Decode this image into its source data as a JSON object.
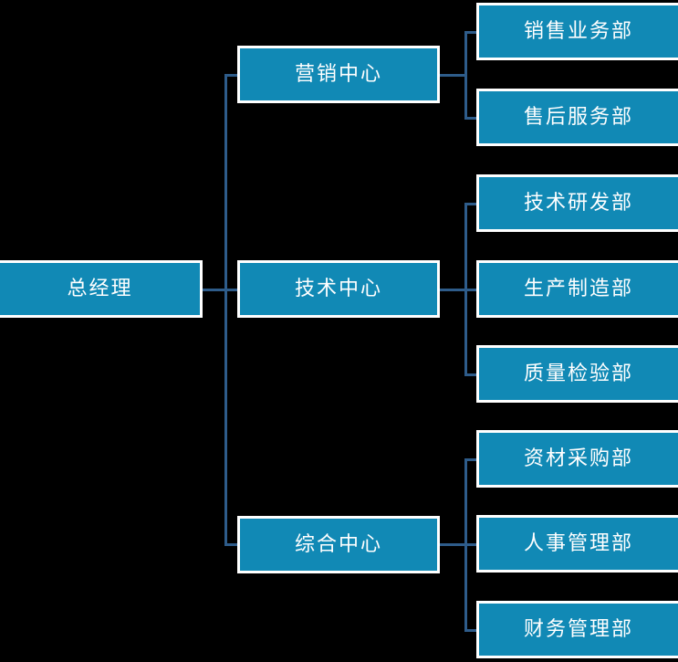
{
  "chart_data": {
    "type": "diagram",
    "diagram_type": "organization-chart",
    "title": "",
    "orientation": "left-to-right",
    "colors": {
      "background": "#000000",
      "node_fill": "#1189b5",
      "node_border": "#ffffff",
      "node_text": "#ffffff",
      "connector": "#2e5c8a"
    },
    "levels": 3,
    "nodes": [
      {
        "id": "gm",
        "label": "总经理",
        "level": 1,
        "parent": null
      },
      {
        "id": "c1",
        "label": "营销中心",
        "level": 2,
        "parent": "gm"
      },
      {
        "id": "c2",
        "label": "技术中心",
        "level": 2,
        "parent": "gm"
      },
      {
        "id": "c3",
        "label": "综合中心",
        "level": 2,
        "parent": "gm"
      },
      {
        "id": "d1",
        "label": "销售业务部",
        "level": 3,
        "parent": "c1"
      },
      {
        "id": "d2",
        "label": "售后服务部",
        "level": 3,
        "parent": "c1"
      },
      {
        "id": "d3",
        "label": "技术研发部",
        "level": 3,
        "parent": "c2"
      },
      {
        "id": "d4",
        "label": "生产制造部",
        "level": 3,
        "parent": "c2"
      },
      {
        "id": "d5",
        "label": "质量检验部",
        "level": 3,
        "parent": "c2"
      },
      {
        "id": "d6",
        "label": "资材采购部",
        "level": 3,
        "parent": "c3"
      },
      {
        "id": "d7",
        "label": "人事管理部",
        "level": 3,
        "parent": "c3"
      },
      {
        "id": "d8",
        "label": "财务管理部",
        "level": 3,
        "parent": "c3"
      }
    ]
  },
  "root": {
    "label": "总经理"
  },
  "centers": [
    {
      "label": "营销中心",
      "departments": [
        {
          "label": "销售业务部"
        },
        {
          "label": "售后服务部"
        }
      ]
    },
    {
      "label": "技术中心",
      "departments": [
        {
          "label": "技术研发部"
        },
        {
          "label": "生产制造部"
        },
        {
          "label": "质量检验部"
        }
      ]
    },
    {
      "label": "综合中心",
      "departments": [
        {
          "label": "资材采购部"
        },
        {
          "label": "人事管理部"
        },
        {
          "label": "财务管理部"
        }
      ]
    }
  ]
}
